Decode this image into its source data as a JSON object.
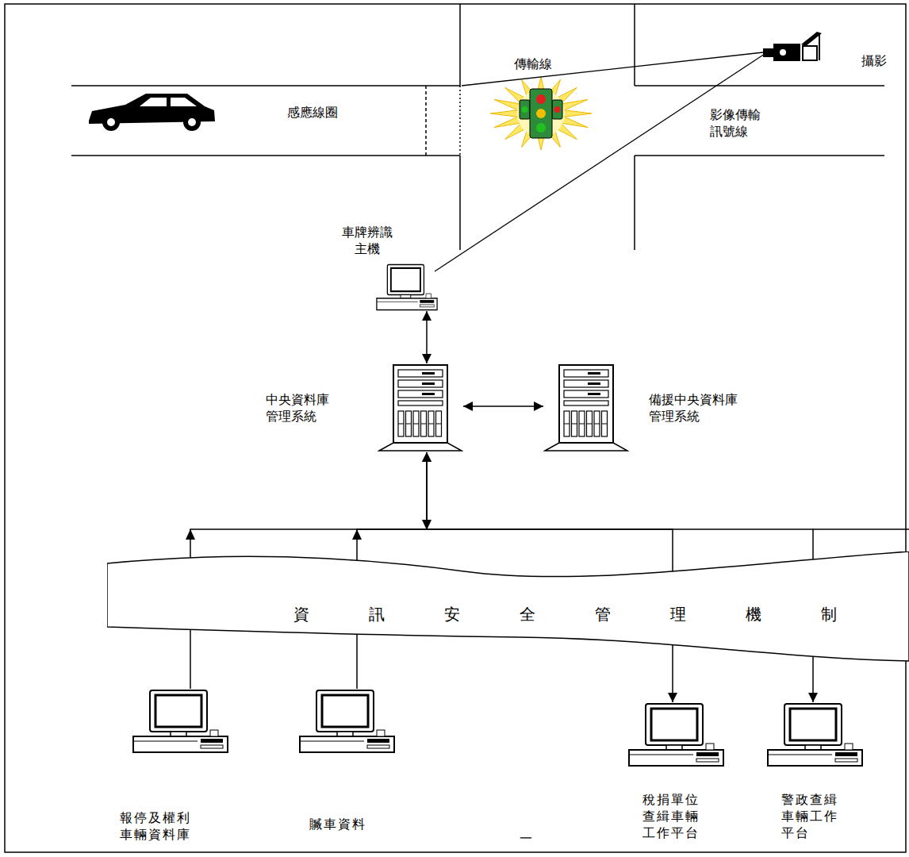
{
  "diagram": {
    "nodes": [
      {
        "text": [
          "車牌辨識 主機"
        ]
      },
      {
        "text": [
          "中央資料庫 管理系統"
        ]
      },
      {
        "text": [
          "備援中央資料庫 管理系統"
        ]
      },
      {
        "text": [
          "資訊安全管理機制"
        ]
      },
      {
        "text": [
          "報停及權利 車輛資料庫"
        ]
      },
      {
        "text": [
          "贓車資料"
        ]
      },
      {
        "text": [
          "稅捐單位 查緝車輛 工作平台"
        ]
      },
      {
        "text": [
          "警政查緝 車輛工作 平台"
        ]
      }
    ],
    "edges": [
      {
        "from": 0,
        "to": 1,
        "arrow": "both"
      },
      {
        "from": 1,
        "to": 2,
        "arrow": "both"
      },
      {
        "from": 4,
        "to": 1,
        "arrow": "to"
      },
      {
        "from": 5,
        "to": 1,
        "arrow": "to"
      },
      {
        "from": 1,
        "to": 6,
        "arrow": "to"
      },
      {
        "from": 1,
        "to": 7,
        "arrow": "to"
      }
    ],
    "labels": [
      "傳輸線",
      "感應線圈",
      "攝影",
      "影像傳輸 訊號線",
      "一"
    ]
  }
}
